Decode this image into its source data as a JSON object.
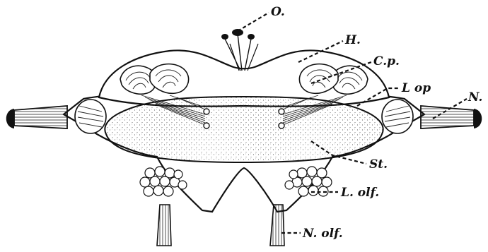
{
  "labels": {
    "o": "O.",
    "h": "H.",
    "cp": "C.p.",
    "lop": "L op",
    "n": "N.",
    "st": "St.",
    "lolf": "L. olf.",
    "nolf": "N. olf."
  },
  "colors": {
    "ink": "#111111",
    "paper": "#ffffff"
  }
}
